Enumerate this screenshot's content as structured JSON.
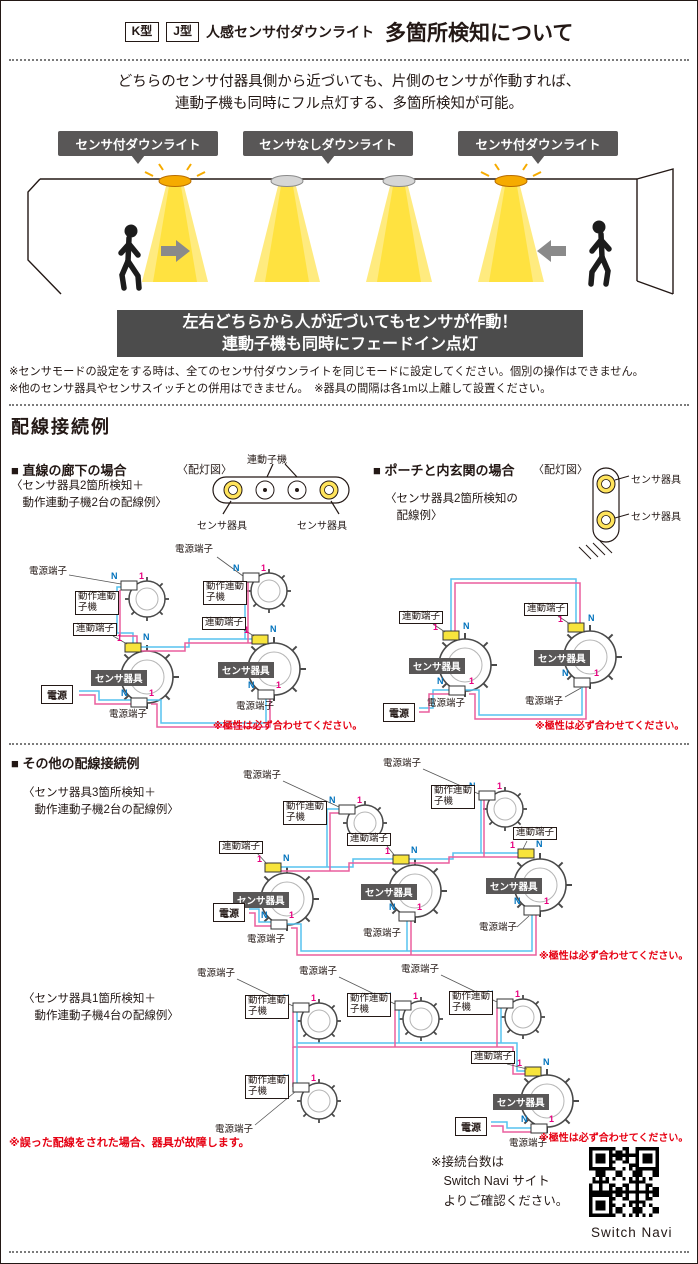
{
  "header": {
    "type_k": "K型",
    "type_j": "J型",
    "subtitle": "人感センサ付ダウンライト",
    "title": "多箇所検知について"
  },
  "intro": "どちらのセンサ付器具側から近づいても、片側のセンサが作動すれば、\n連動子機も同時にフル点灯する、多箇所検知が可能。",
  "room": {
    "badges": [
      "センサ付ダウンライト",
      "センサなしダウンライト",
      "センサ付ダウンライト"
    ],
    "banner": "左右どちらから人が近づいてもセンサが作動！\n連動子機も同時にフェードイン点灯"
  },
  "notes": "※センサモードの設定をする時は、全てのセンサ付ダウンライトを同じモードに設定してください。個別の操作はできません。\n※他のセンサ器具やセンサスイッチとの併用はできません。　※器具の間隔は各1m以上離して設置ください。",
  "wiring_section": {
    "title": "配線接続例",
    "case1": {
      "heading": "■ 直線の廊下の場合",
      "layout_caption": "〈配灯図〉",
      "slave_unit": "連動子機",
      "sensor_left": "センサ器具",
      "sensor_right": "センサ器具",
      "example": "〈センサ器具2箇所検知＋\n　動作連動子機2台の配線例〉"
    },
    "case2": {
      "heading": "■ ポーチと内玄関の場合",
      "layout_caption": "〈配灯図〉",
      "sensor_top": "センサ器具",
      "sensor_bottom": "センサ器具",
      "example": "〈センサ器具2箇所検知の\n　配線例〉"
    },
    "others": {
      "heading": "■ その他の配線接続例",
      "example3": "〈センサ器具3箇所検知＋\n　動作連動子機2台の配線例〉",
      "example4": "〈センサ器具1箇所検知＋\n　動作連動子機4台の配線例〉"
    },
    "labels": {
      "power_terminal": "電源端子",
      "link_terminal": "連動端子",
      "slave_unit": "動作連動\n子機",
      "sensor_fixture": "センサ器具",
      "power": "電源",
      "n": "N",
      "one": "1"
    },
    "polarity_note": "※極性は必ず合わせてください。",
    "miswire_note": "※誤った配線をされた場合、器具が故障します。"
  },
  "footer": {
    "qr_note": "※接続台数は\n　Switch Navi サイト\n　よりご確認ください。",
    "qr_caption": "Switch Navi"
  },
  "colors": {
    "accent_yellow": "#f7e43c",
    "wire_pink": "#ea5f9e",
    "wire_blue": "#57c2ef",
    "badge_gray": "#595757",
    "note_red": "#e60012"
  }
}
